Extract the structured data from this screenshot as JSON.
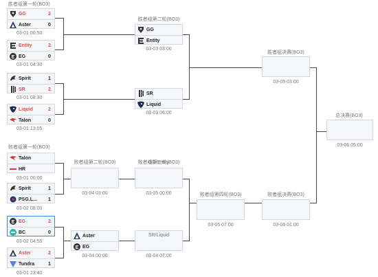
{
  "labels": {
    "wb_r1": "胜者组第一轮(BO3)",
    "wb_r2": "胜者组第二轮(BO3)",
    "wb_final": "胜者组决赛(BO3)",
    "grand_final": "总决赛(BO3)",
    "lb_r1": "败者组第一轮(BO3)",
    "lb_r2": "败者组第二轮(BO3)",
    "lb_r3": "败者组第三轮(BO3)",
    "lb_r4": "败者组第四轮(BO3)",
    "lb_final": "败者组决赛(BO3)"
  },
  "matches": {
    "wb1": {
      "t1": "GG",
      "s1": "2",
      "t2": "Aster",
      "s2": "0",
      "time": "03-01 00:50"
    },
    "wb2": {
      "t1": "Entity",
      "s1": "2",
      "t2": "EG",
      "s2": "0",
      "time": "03-01 04:30"
    },
    "wb3": {
      "t1": "Spirit",
      "s1": "1",
      "t2": "SR",
      "s2": "2",
      "time": "03-01 08:30"
    },
    "wb4": {
      "t1": "Liquid",
      "s1": "2",
      "t2": "Talon",
      "s2": "0",
      "time": "03-01 13:05"
    },
    "wb5": {
      "t1": "GG",
      "t2": "Entity",
      "time": "03-03 03:00"
    },
    "wb6": {
      "t1": "SR",
      "t2": "Liquid",
      "time": "03-03 06:00"
    },
    "wbf": {
      "time": "03-05 03:00"
    },
    "gf": {
      "time": "03-06 05:00"
    },
    "lb1": {
      "t1": "Talon",
      "t2": "HR",
      "time": "03-01 00:00"
    },
    "lb2": {
      "t1": "Spirit",
      "s1": "1",
      "t2": "PSG.L...",
      "s2": "1",
      "time": "03-02 08:00"
    },
    "lb3": {
      "t1": "EG",
      "s1": "2",
      "t2": "BC",
      "s2": "0",
      "time": "03-02 04:55"
    },
    "lb4": {
      "t1": "Aster",
      "s1": "2",
      "t2": "Tundra",
      "s2": "1",
      "time": "03-01 23:40"
    },
    "lb5": {
      "time": "03-04 03:00"
    },
    "lb6": {
      "t1": "Aster",
      "t2": "EG",
      "time": "03-04 00:00"
    },
    "lb7": {
      "title": "GG/Entity",
      "time": "03-05 00:00"
    },
    "lb8": {
      "title": "SR/Liquid",
      "time": "03-04 07:00"
    },
    "lb9": {
      "time": "03-05 07:00"
    },
    "lbf": {
      "time": "03-06 01:00"
    }
  },
  "colors": {
    "win": "#e05050",
    "line": "#444444",
    "box_bg": "#f4f6f9",
    "highlight": "#4a86c8"
  }
}
